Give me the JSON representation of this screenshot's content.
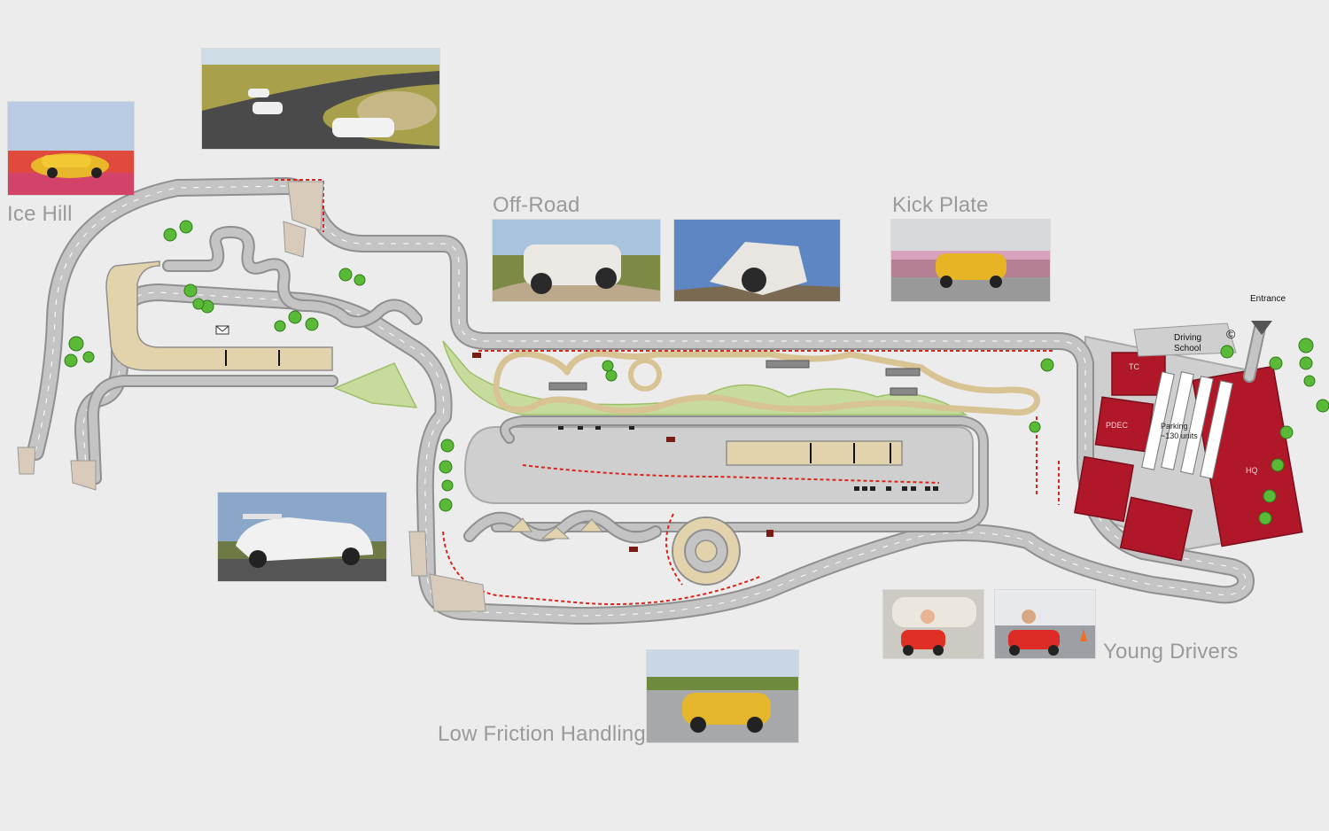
{
  "captions": {
    "ice_hill": "Ice Hill",
    "off_road": "Off-Road",
    "kick_plate": "Kick Plate",
    "young_drivers": "Young Drivers",
    "low_friction": "Low Friction Handling"
  },
  "map_labels": {
    "entrance": "Entrance",
    "driving_school_line1": "Driving",
    "driving_school_line2": "School",
    "tc": "TC",
    "pdec": "PDEC",
    "parking_line1": "Parking",
    "parking_line2": "~130 units",
    "hq": "HQ"
  },
  "colors": {
    "background": "#ececec",
    "track": "#bdbdbd",
    "track_edge": "#8c8c8c",
    "sand": "#e3d3ac",
    "grass": "#c7dc9c",
    "building": "#b0182a",
    "tree": "#5ab936",
    "curb": "#d9261c",
    "pavement": "#cfcfcf"
  },
  "icons": {
    "entrance": "triangle-down-icon",
    "cafe": "copyright-icon",
    "envelope": "envelope-icon",
    "tree": "tree-icon"
  }
}
